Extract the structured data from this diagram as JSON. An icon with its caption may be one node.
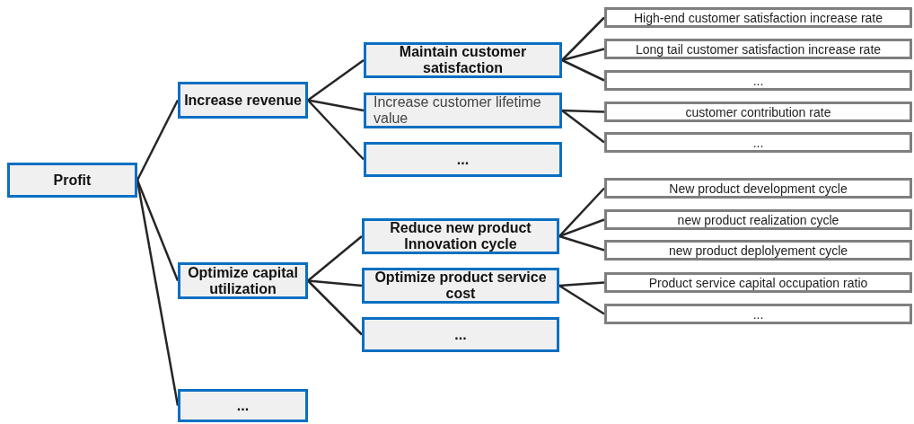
{
  "diagram": {
    "nodes": [
      {
        "text": [
          "Profit"
        ]
      },
      {
        "text": [
          "Increase revenue"
        ]
      },
      {
        "text": [
          "Optimize capital utilization"
        ]
      },
      {
        "text": [
          "..."
        ]
      },
      {
        "text": [
          "Maintain customer satisfaction"
        ]
      },
      {
        "text": [
          "Increase customer lifetime value"
        ]
      },
      {
        "text": [
          "..."
        ]
      },
      {
        "text": [
          "Reduce new product Innovation cycle"
        ]
      },
      {
        "text": [
          "Optimize product service cost"
        ]
      },
      {
        "text": [
          "..."
        ]
      },
      {
        "text": [
          "High-end customer satisfaction increase rate"
        ]
      },
      {
        "text": [
          "Long tail customer satisfaction increase rate"
        ]
      },
      {
        "text": [
          "..."
        ]
      },
      {
        "text": [
          "customer contribution rate"
        ]
      },
      {
        "text": [
          "..."
        ]
      },
      {
        "text": [
          "New product development cycle"
        ]
      },
      {
        "text": [
          "new product realization cycle"
        ]
      },
      {
        "text": [
          "new product deplolyement cycle"
        ]
      },
      {
        "text": [
          "Product service capital occupation ratio"
        ]
      },
      {
        "text": [
          "..."
        ]
      }
    ],
    "edges": [
      {
        "from": 0,
        "to": 1,
        "arrow": "none"
      },
      {
        "from": 0,
        "to": 2,
        "arrow": "none"
      },
      {
        "from": 0,
        "to": 3,
        "arrow": "none"
      },
      {
        "from": 1,
        "to": 4,
        "arrow": "none"
      },
      {
        "from": 1,
        "to": 5,
        "arrow": "none"
      },
      {
        "from": 1,
        "to": 6,
        "arrow": "none"
      },
      {
        "from": 2,
        "to": 7,
        "arrow": "none"
      },
      {
        "from": 2,
        "to": 8,
        "arrow": "none"
      },
      {
        "from": 2,
        "to": 9,
        "arrow": "none"
      },
      {
        "from": 4,
        "to": 10,
        "arrow": "none"
      },
      {
        "from": 4,
        "to": 11,
        "arrow": "none"
      },
      {
        "from": 4,
        "to": 12,
        "arrow": "none"
      },
      {
        "from": 5,
        "to": 13,
        "arrow": "none"
      },
      {
        "from": 5,
        "to": 14,
        "arrow": "none"
      },
      {
        "from": 7,
        "to": 15,
        "arrow": "none"
      },
      {
        "from": 7,
        "to": 16,
        "arrow": "none"
      },
      {
        "from": 7,
        "to": 17,
        "arrow": "none"
      },
      {
        "from": 8,
        "to": 18,
        "arrow": "none"
      },
      {
        "from": 8,
        "to": 19,
        "arrow": "none"
      }
    ]
  }
}
